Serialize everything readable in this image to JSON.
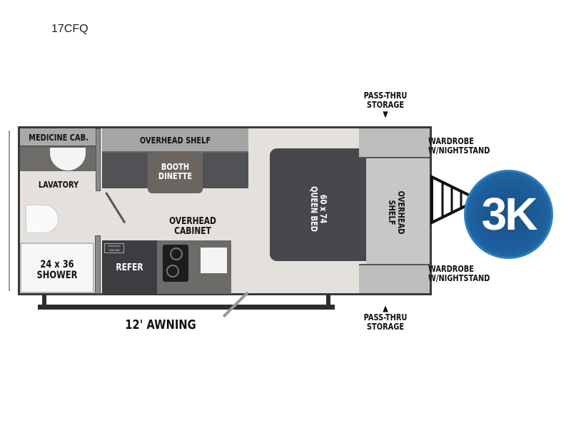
{
  "model": "17CFQ",
  "labels": {
    "medicine_cab": "MEDICINE CAB.",
    "overhead_shelf": "OVERHEAD SHELF",
    "booth_dinette_1": "BOOTH",
    "booth_dinette_2": "DINETTE",
    "lavatory": "LAVATORY",
    "overhead_cabinet_1": "OVERHEAD",
    "overhead_cabinet_2": "CABINET",
    "shower_1": "24 x 36",
    "shower_2": "SHOWER",
    "refer": "REFER",
    "converter": "Converter 30A/35A",
    "bed_1": "60 x 74",
    "bed_2": "QUEEN BED",
    "front_shelf_1": "OVERHEAD",
    "front_shelf_2": "SHELF",
    "pass_thru_top_1": "PASS-THRU",
    "pass_thru_top_2": "STORAGE",
    "pass_thru_bottom_1": "PASS-THRU",
    "pass_thru_bottom_2": "STORAGE",
    "wardrobe_top_1": "WARDROBE",
    "wardrobe_top_2": "W/NIGHTSTAND",
    "wardrobe_bottom_1": "WARDROBE",
    "wardrobe_bottom_2": "W/NIGHTSTAND",
    "awning": "12' AWNING",
    "badge": "3K"
  },
  "colors": {
    "badge": "#1d5f9c",
    "wall": "#3a3a3a",
    "floor": "#e4e1dc"
  }
}
